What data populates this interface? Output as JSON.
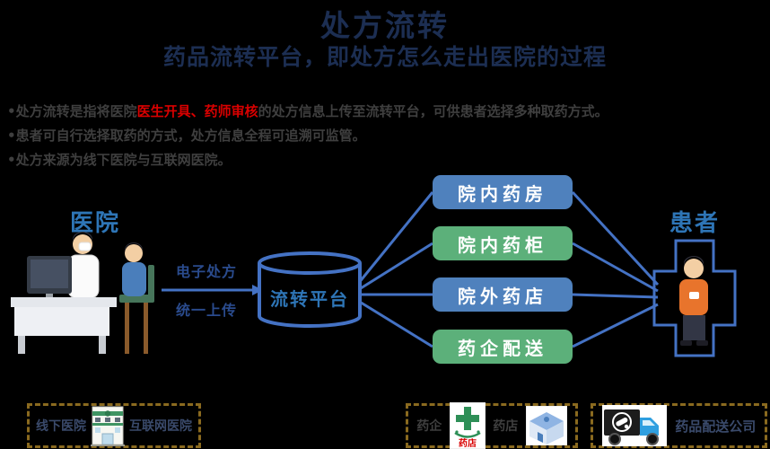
{
  "title": {
    "main": "处方流转",
    "subtitle": "药品流转平台，即处方怎么走出医院的过程"
  },
  "bullets": {
    "marker": "•",
    "b1_pre": "处方流转是指将医院",
    "b1_red": "医生开具、药师审核",
    "b1_post": "的处方信息上传至流转平台，可供患者选择多种取药方式。",
    "b2": "患者可自行选择取药的方式，处方信息全程可追溯可监管。",
    "b3": "处方来源为线下医院与互联网医院。"
  },
  "flow": {
    "hospital_label": "医院",
    "arrow_top": "电子处方",
    "arrow_bottom": "统一上传",
    "platform_label": "流转平台",
    "channels": [
      {
        "label": "院内药房",
        "color": "#4f81bd"
      },
      {
        "label": "院内药柜",
        "color": "#5cb07a"
      },
      {
        "label": "院外药店",
        "color": "#4f81bd"
      },
      {
        "label": "药企配送",
        "color": "#5cb07a"
      }
    ],
    "patient_label": "患者"
  },
  "legend": {
    "offline_hospital": "线下医院",
    "internet_hospital": "互联网医院",
    "pharma": "药企",
    "store": "药店",
    "cross_caption": "药店",
    "delivery": "药品配送公司"
  },
  "colors": {
    "blue_box": "#4f81bd",
    "green_box": "#5cb07a",
    "line_blue": "#4472c4",
    "highlight_red": "#d90000",
    "label_blue": "#2e75b6",
    "title_navy": "#1c2e52",
    "legend_border_gold": "#8a6a1f"
  }
}
